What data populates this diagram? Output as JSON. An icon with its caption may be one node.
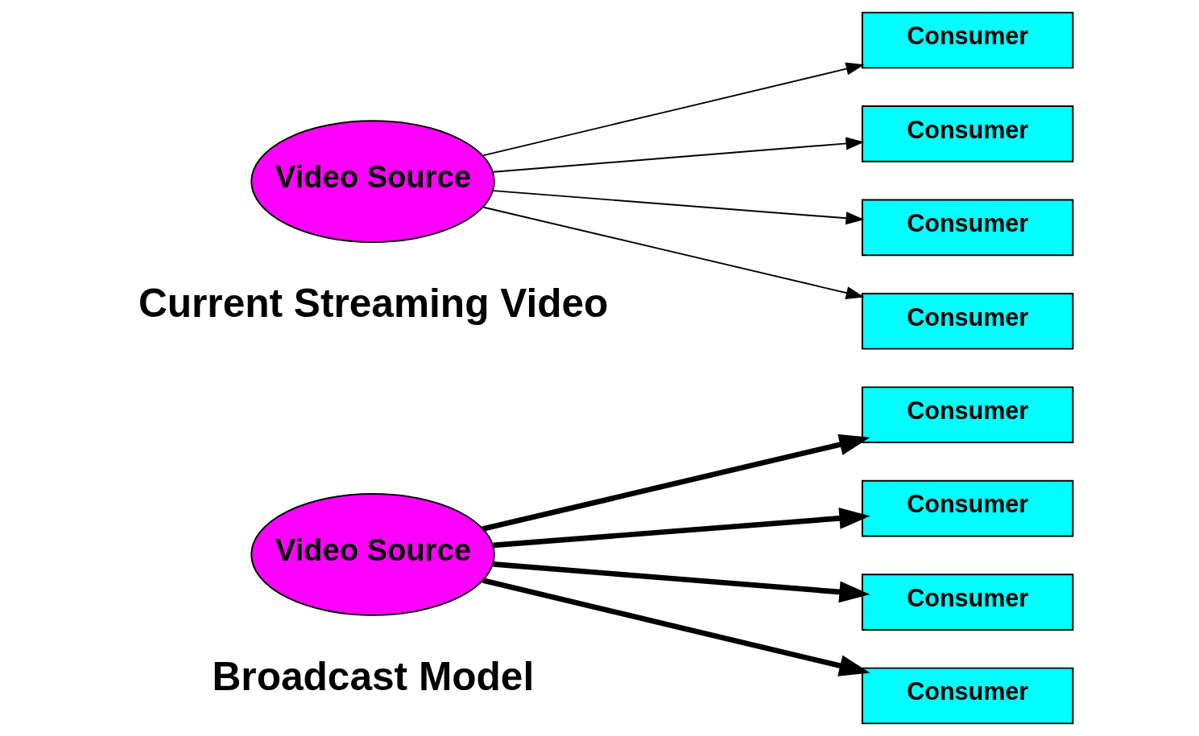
{
  "diagram": {
    "nodes": [
      {
        "text": [
          "Video Source"
        ]
      },
      {
        "text": [
          "Consumer"
        ]
      },
      {
        "text": [
          "Consumer"
        ]
      },
      {
        "text": [
          "Consumer"
        ]
      },
      {
        "text": [
          "Consumer"
        ]
      },
      {
        "text": [
          "Video Source"
        ]
      },
      {
        "text": [
          "Consumer"
        ]
      },
      {
        "text": [
          "Consumer"
        ]
      },
      {
        "text": [
          "Consumer"
        ]
      },
      {
        "text": [
          "Consumer"
        ]
      }
    ],
    "edges": [
      {
        "from": 0,
        "to": 1,
        "arrow": "to",
        "style": "thick"
      },
      {
        "from": 0,
        "to": 2,
        "arrow": "to",
        "style": "thick"
      },
      {
        "from": 0,
        "to": 3,
        "arrow": "to",
        "style": "thick"
      },
      {
        "from": 0,
        "to": 4,
        "arrow": "to",
        "style": "thick"
      },
      {
        "from": 5,
        "to": 6,
        "arrow": "to"
      },
      {
        "from": 5,
        "to": 7,
        "arrow": "to"
      },
      {
        "from": 5,
        "to": 8,
        "arrow": "to"
      },
      {
        "from": 5,
        "to": 9,
        "arrow": "to"
      }
    ],
    "labels": [
      "Broadcast Model",
      "Current Streaming Video"
    ]
  }
}
